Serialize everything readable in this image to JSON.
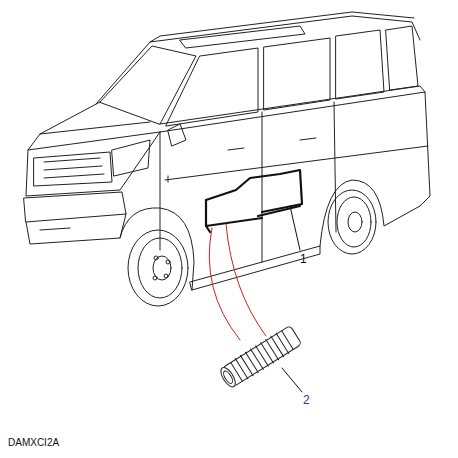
{
  "diagram": {
    "labels": [
      "1",
      "2",
      "DAMXCI2A"
    ]
  }
}
